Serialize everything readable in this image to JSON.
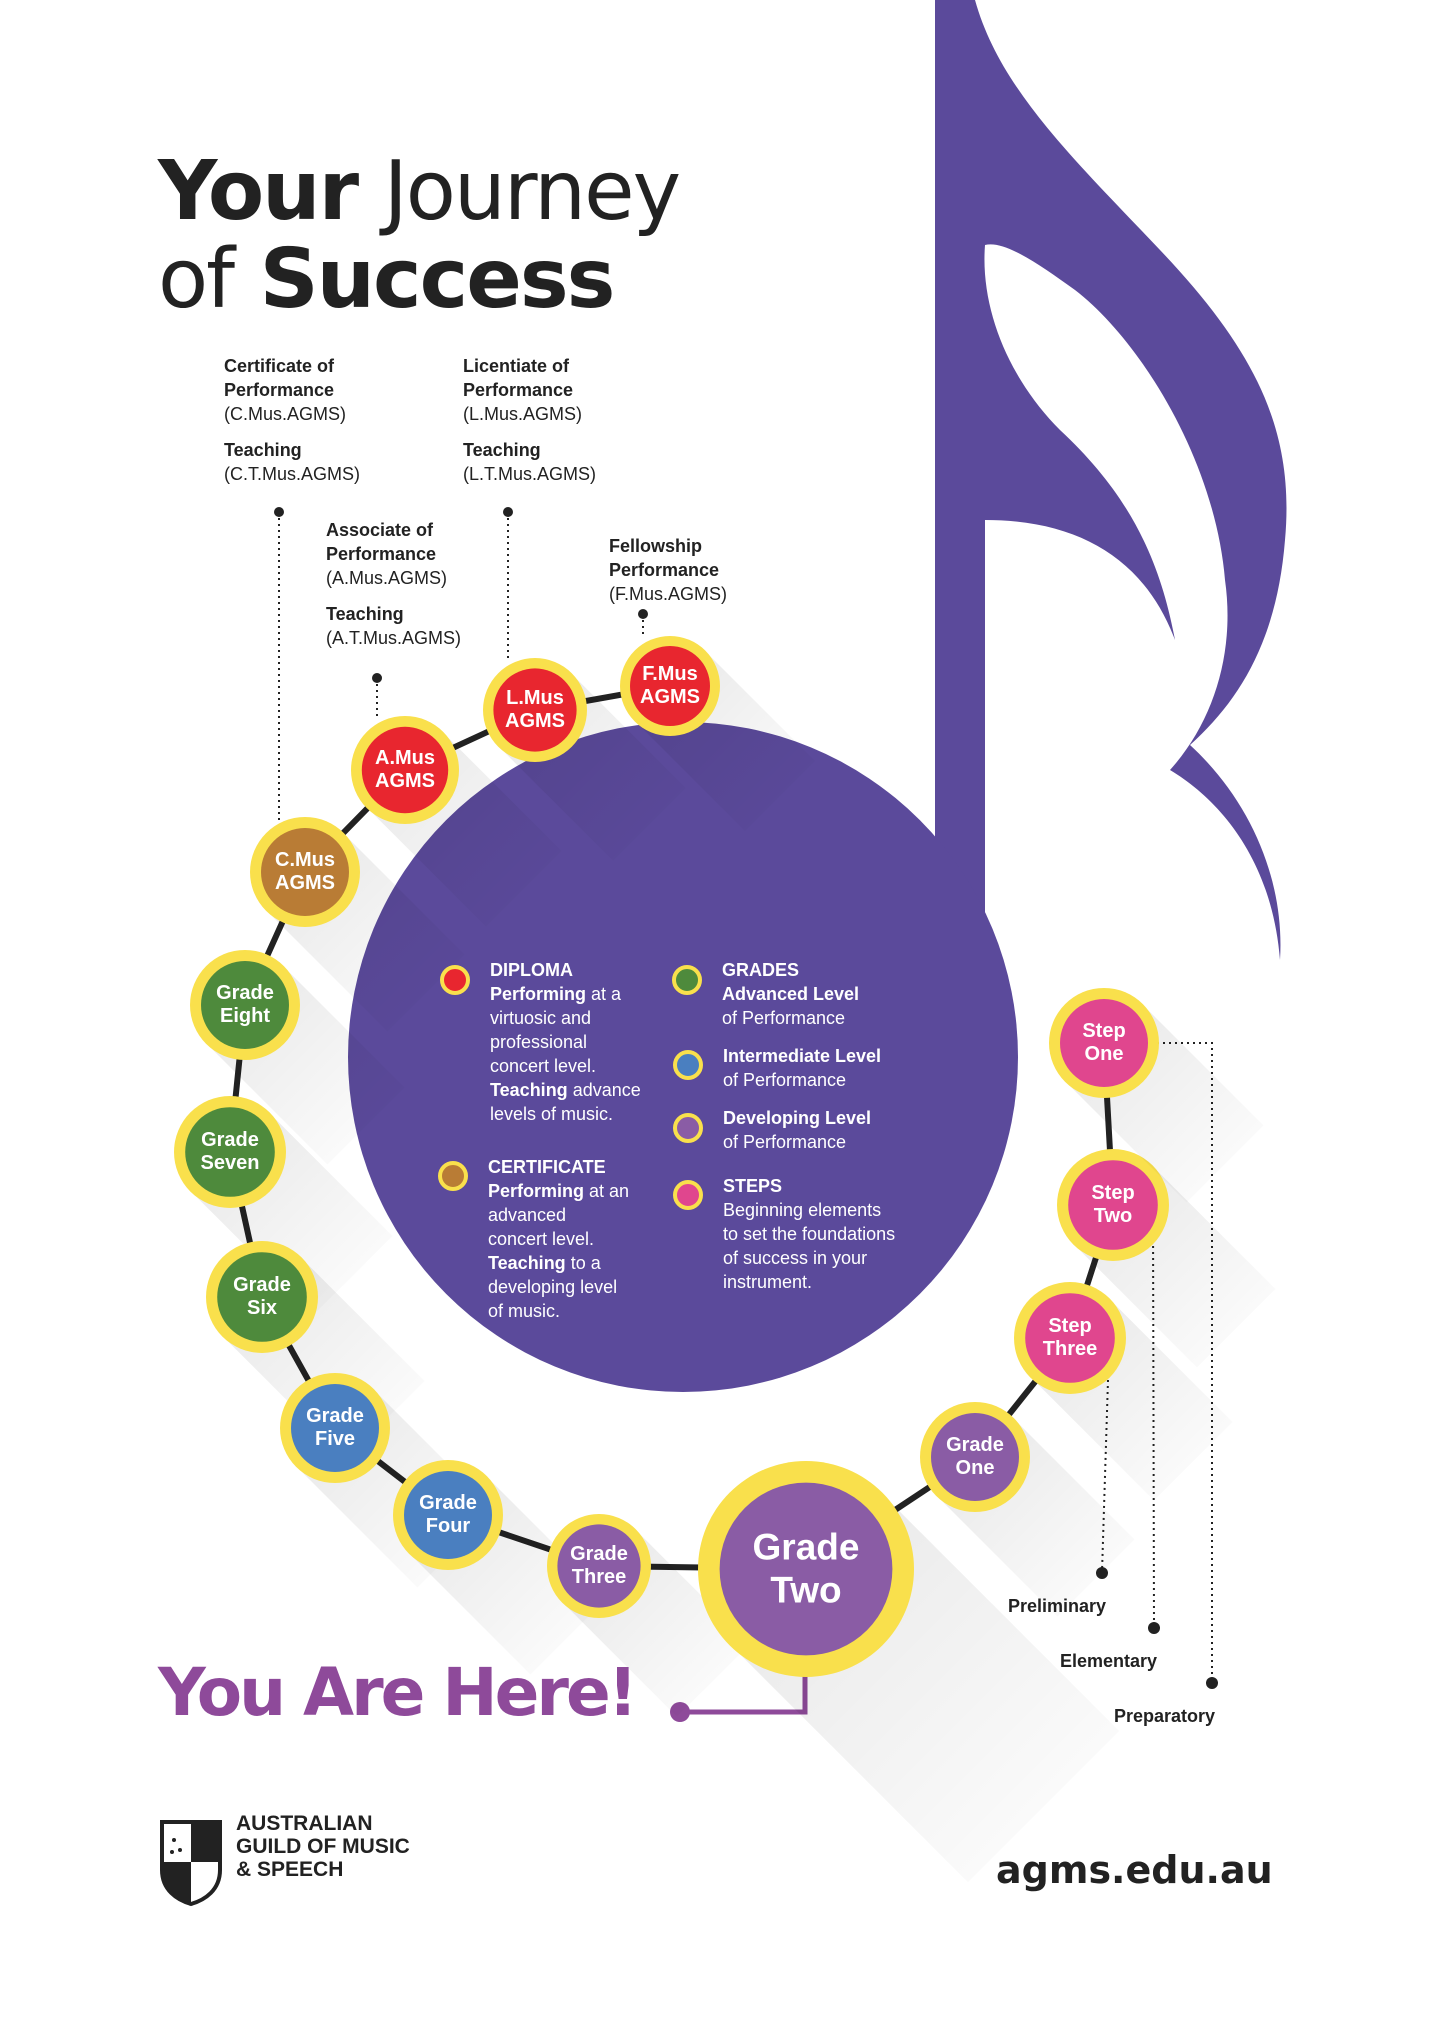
{
  "title": {
    "line1_bold": "Your",
    "line1_light": "Journey",
    "line2_light": "of",
    "line2_bold": "Success"
  },
  "qualifications": {
    "certificate": {
      "name1": "Certificate of",
      "name2": "Performance",
      "code": "(C.Mus.AGMS)",
      "teaching": "Teaching",
      "teaching_code": "(C.T.Mus.AGMS)"
    },
    "licentiate": {
      "name1": "Licentiate of",
      "name2": "Performance",
      "code": "(L.Mus.AGMS)",
      "teaching": "Teaching",
      "teaching_code": "(L.T.Mus.AGMS)"
    },
    "associate": {
      "name1": "Associate of",
      "name2": "Performance",
      "code": "(A.Mus.AGMS)",
      "teaching": "Teaching",
      "teaching_code": "(A.T.Mus.AGMS)"
    },
    "fellowship": {
      "name1": "Fellowship",
      "name2": "Performance",
      "code": "(F.Mus.AGMS)"
    }
  },
  "nodes": [
    {
      "id": "fmus",
      "l1": "F.Mus",
      "l2": "AGMS",
      "color": "#e8262f"
    },
    {
      "id": "lmus",
      "l1": "L.Mus",
      "l2": "AGMS",
      "color": "#e8262f"
    },
    {
      "id": "amus",
      "l1": "A.Mus",
      "l2": "AGMS",
      "color": "#e8262f"
    },
    {
      "id": "cmus",
      "l1": "C.Mus",
      "l2": "AGMS",
      "color": "#b97c35"
    },
    {
      "id": "g8",
      "l1": "Grade",
      "l2": "Eight",
      "color": "#4e8a3c"
    },
    {
      "id": "g7",
      "l1": "Grade",
      "l2": "Seven",
      "color": "#4e8a3c"
    },
    {
      "id": "g6",
      "l1": "Grade",
      "l2": "Six",
      "color": "#4e8a3c"
    },
    {
      "id": "g5",
      "l1": "Grade",
      "l2": "Five",
      "color": "#4a7fc0"
    },
    {
      "id": "g4",
      "l1": "Grade",
      "l2": "Four",
      "color": "#4a7fc0"
    },
    {
      "id": "g3",
      "l1": "Grade",
      "l2": "Three",
      "color": "#8a5ca5"
    },
    {
      "id": "g2",
      "l1": "Grade",
      "l2": "Two",
      "color": "#8a5ca5"
    },
    {
      "id": "g1",
      "l1": "Grade",
      "l2": "One",
      "color": "#8a5ca5"
    },
    {
      "id": "s3",
      "l1": "Step",
      "l2": "Three",
      "color": "#e0468e"
    },
    {
      "id": "s2",
      "l1": "Step",
      "l2": "Two",
      "color": "#e0468e"
    },
    {
      "id": "s1",
      "l1": "Step",
      "l2": "One",
      "color": "#e0468e"
    }
  ],
  "legend": {
    "diploma": {
      "heading": "DIPLOMA",
      "l1_bold": "Performing",
      "l1": " at a",
      "l2": "virtuosic and",
      "l3": "professional",
      "l4": "concert level.",
      "l5_bold": "Teaching",
      "l5": " advance",
      "l6": "levels of music."
    },
    "certificate": {
      "heading": "CERTIFICATE",
      "l1_bold": "Performing",
      "l1": " at an",
      "l2": "advanced",
      "l3": "concert level.",
      "l4_bold": "Teaching",
      "l4": " to a",
      "l5": "developing level",
      "l6": "of music."
    },
    "grades": {
      "heading": "GRADES",
      "l1": "Advanced Level",
      "l2": "of Performance"
    },
    "intermediate": {
      "l1": "Intermediate Level",
      "l2": "of Performance"
    },
    "developing": {
      "l1": "Developing Level",
      "l2": "of Performance"
    },
    "steps": {
      "heading": "STEPS",
      "l1": "Beginning elements",
      "l2": "to set the foundations",
      "l3": "of success in your",
      "l4": "instrument."
    },
    "colors": {
      "diploma": "#e8262f",
      "certificate": "#b97c35",
      "grades": "#4e8a3c",
      "intermediate": "#4a7fc0",
      "developing": "#8a5ca5",
      "steps": "#e0468e"
    }
  },
  "here": "You Are Here!",
  "levels": {
    "preliminary": "Preliminary",
    "elementary": "Elementary",
    "preparatory": "Preparatory"
  },
  "logo": {
    "line1": "AUSTRALIAN",
    "line2": "GUILD OF MUSIC",
    "line3": "& SPEECH"
  },
  "website": "agms.edu.au",
  "colors": {
    "purple": "#5b4a9b",
    "ring": "#f9e04c",
    "here_text": "#8e4a9a"
  }
}
